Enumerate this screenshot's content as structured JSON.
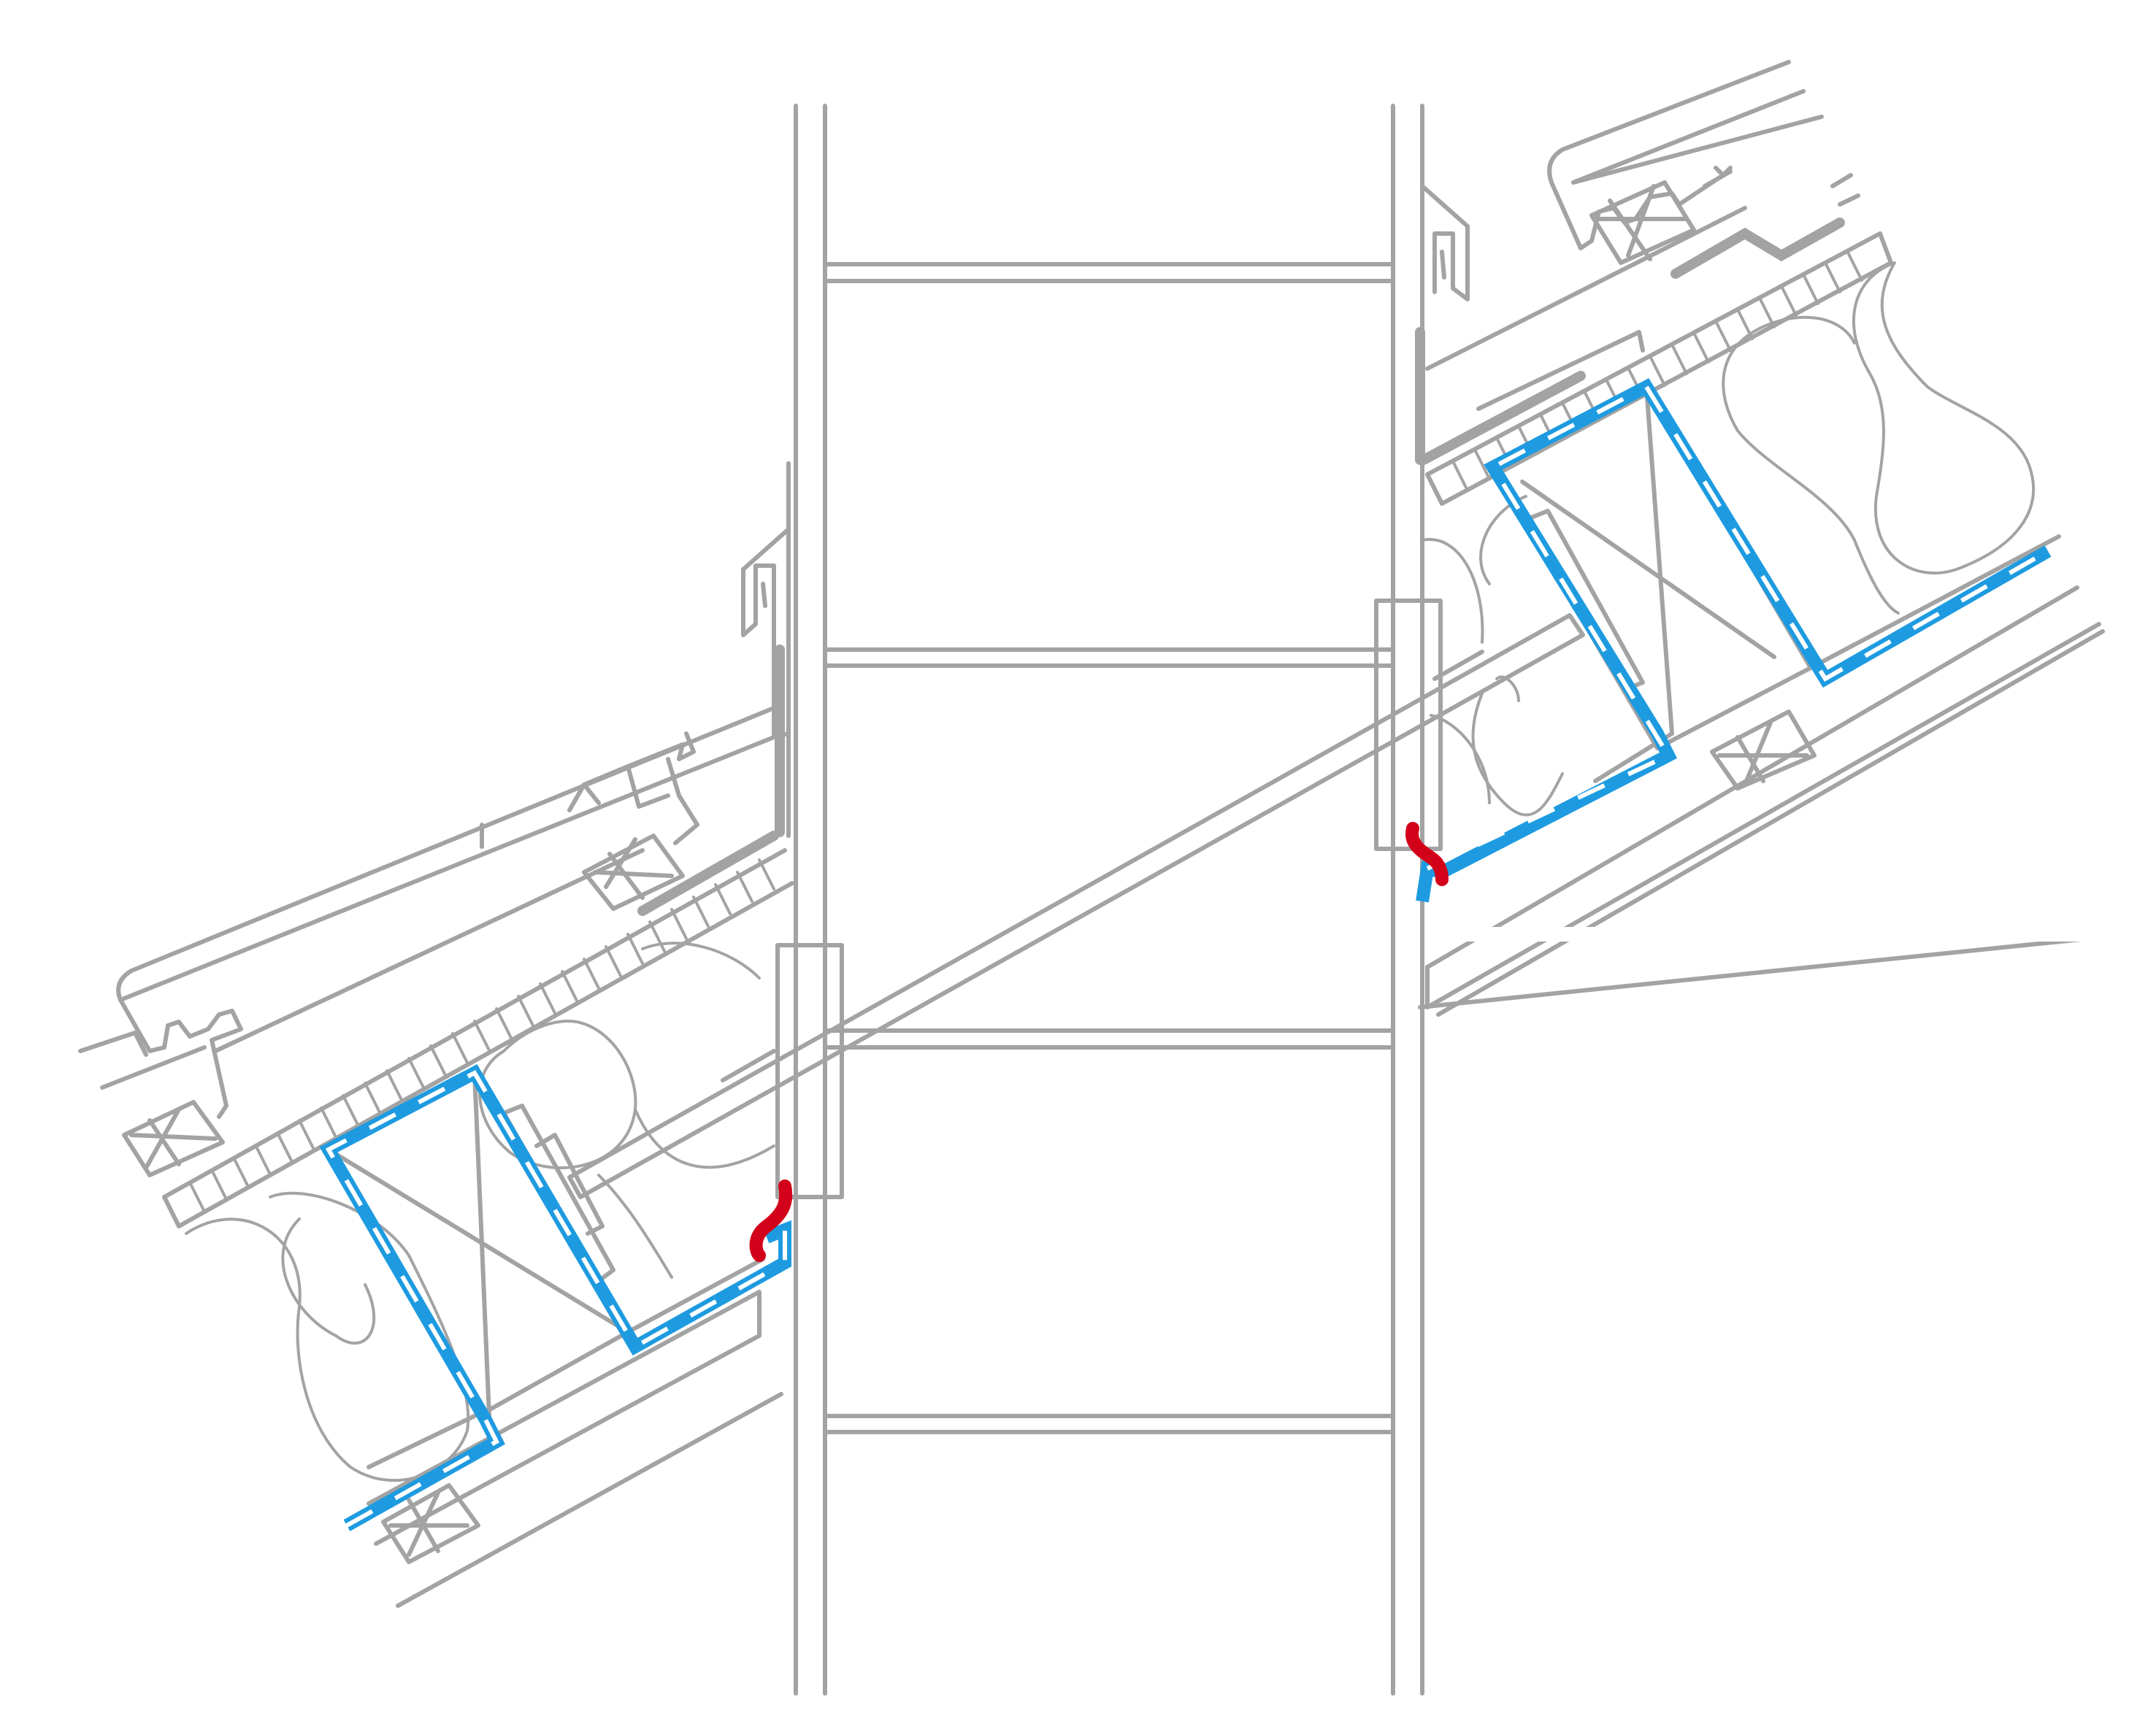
{
  "diagram": {
    "colors": {
      "outline": "#a3a3a3",
      "membrane": "#1e9be0",
      "membrane_dash": "#ffffff",
      "sealant": "#d30019",
      "background": "#ffffff"
    },
    "parts": [
      "chimney-shaft",
      "roof-pitch-left",
      "roof-pitch-right",
      "roof-tiles",
      "battens",
      "rafters",
      "insulation",
      "vapour-barrier",
      "sealant-joints",
      "steel-tie-rod"
    ]
  }
}
